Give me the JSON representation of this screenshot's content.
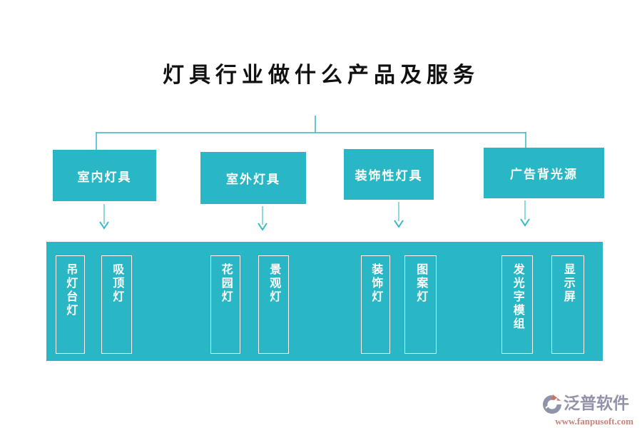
{
  "title": "灯具行业做什么产品及服务",
  "colors": {
    "node_fill": "#29b7c5",
    "node_text": "#ffffff",
    "connector": "#35b4c4",
    "arrow_stem": "#8fd8de",
    "arrow_head": "#35b9c7",
    "title_text": "#111111",
    "brand_text": "#9193a9",
    "url_text": "#ca8379"
  },
  "tree": {
    "branches": [
      {
        "label": "室内灯具",
        "children": [
          "吊灯台灯",
          "吸顶灯"
        ]
      },
      {
        "label": "室外灯具",
        "children": [
          "花园灯",
          "景观灯"
        ]
      },
      {
        "label": "装饰性灯具",
        "children": [
          "装饰灯",
          "图案灯"
        ]
      },
      {
        "label": "广告背光源",
        "children": [
          "发光字模组",
          "显示屏"
        ]
      }
    ]
  },
  "watermark": {
    "brand": "泛普软件",
    "url": "www.fanpusoft.com"
  }
}
